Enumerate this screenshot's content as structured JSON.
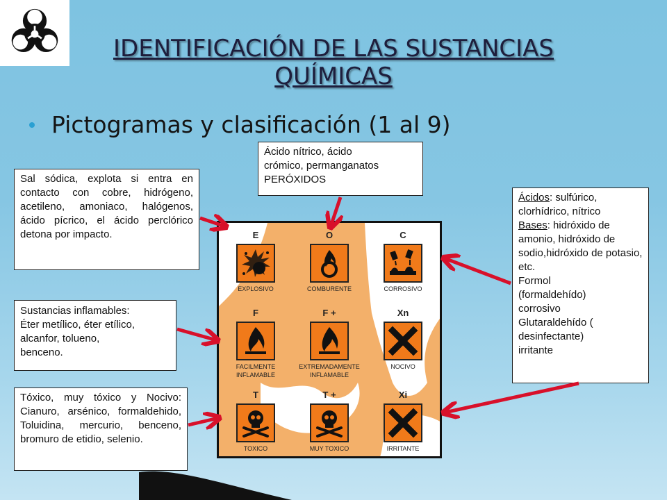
{
  "slide": {
    "title_line1": "IDENTIFICACIÓN DE LAS SUSTANCIAS",
    "title_line2": "QUÍMICAS",
    "bullet": "Pictogramas y clasificación (1 al 9)"
  },
  "notes": {
    "oxidizers": [
      "Ácido nítrico, ácido",
      "crómico, permanganatos",
      "PERÓXIDOS"
    ],
    "explosive": "Sal sódica, explota si entra en contacto con cobre, hidrógeno, acetileno, amoniaco, halógenos, ácido pícrico, el ácido perclórico detona por impacto.",
    "flammable": [
      "Sustancias inflamables:",
      "Éter metílico, éter etílico,",
      "alcanfor, tolueno,",
      "benceno."
    ],
    "toxic": "Tóxico, muy tóxico y Nocivo: Cianuro, arsénico, formaldehido, Toluidina, mercurio, benceno, bromuro de etidio, selenio.",
    "corrosive": {
      "acids_label": "Ácidos",
      "acids_text": ": sulfúrico, clorhídrico, nítrico",
      "bases_label": "Bases",
      "bases_text": ": hidróxido de amonio, hidróxido de sodio,hidróxido de potasio, etc.",
      "lines": [
        "Formol",
        "(formaldehído)",
        "corrosivo",
        "Glutaraldehído (",
        "desinfectante)",
        "irritante"
      ]
    }
  },
  "pictograms": [
    {
      "code": "E",
      "label1": "EXPLOSIVO",
      "label2": "",
      "icon": "explosion-icon"
    },
    {
      "code": "O",
      "label1": "COMBURENTE",
      "label2": "",
      "icon": "flame-over-circle-icon"
    },
    {
      "code": "C",
      "label1": "CORROSIVO",
      "label2": "",
      "icon": "corrosion-icon"
    },
    {
      "code": "F",
      "label1": "FACILMENTE",
      "label2": "INFLAMABLE",
      "icon": "flame-icon"
    },
    {
      "code": "F +",
      "label1": "EXTREMADAMENTE",
      "label2": "INFLAMABLE",
      "icon": "flame-icon"
    },
    {
      "code": "Xn",
      "label1": "NOCIVO",
      "label2": "",
      "icon": "x-cross-icon"
    },
    {
      "code": "T",
      "label1": "TOXICO",
      "label2": "",
      "icon": "skull-crossbones-icon"
    },
    {
      "code": "T +",
      "label1": "MUY TOXICO",
      "label2": "",
      "icon": "skull-crossbones-icon"
    },
    {
      "code": "Xi",
      "label1": "IRRITANTE",
      "label2": "",
      "icon": "x-cross-icon"
    }
  ],
  "colors": {
    "arrow": "#d8102a",
    "pictogram_orange": "#f07a1a",
    "panel_background": "#f0a85e"
  }
}
